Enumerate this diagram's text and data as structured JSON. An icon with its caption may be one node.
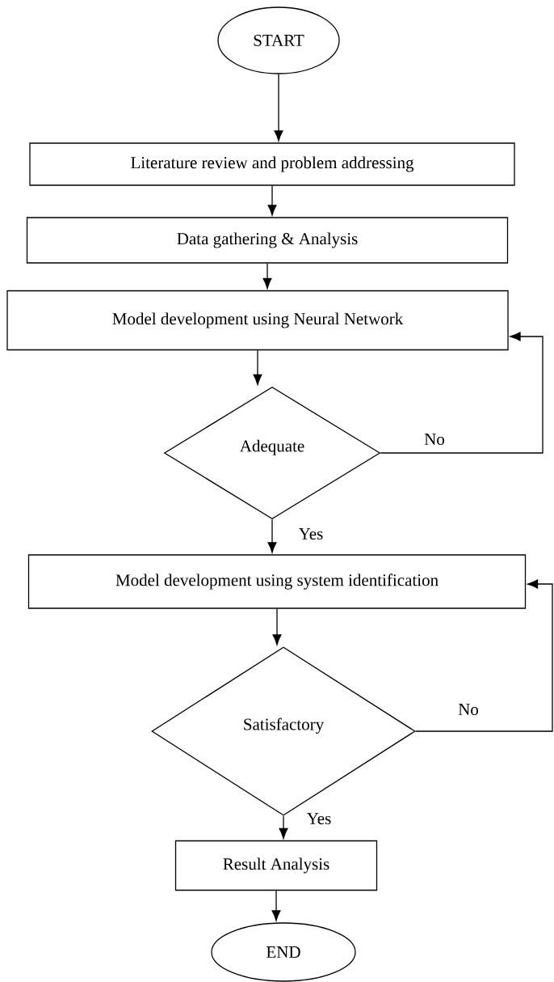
{
  "diagram": {
    "nodes": [
      {
        "text": [
          "START"
        ]
      },
      {
        "text": [
          "Literature review and problem addressing"
        ]
      },
      {
        "text": [
          "Data gathering & Analysis"
        ]
      },
      {
        "text": [
          "Model development using Neural Network"
        ]
      },
      {
        "text": [
          "Adequate"
        ]
      },
      {
        "text": [
          "Model development using system  identification"
        ]
      },
      {
        "text": [
          "Satisfactory"
        ]
      },
      {
        "text": [
          "Result Analysis"
        ]
      },
      {
        "text": [
          "END"
        ]
      }
    ],
    "edges": [
      {
        "from": 0,
        "to": 1,
        "arrow": "to"
      },
      {
        "from": 1,
        "to": 2,
        "arrow": "to"
      },
      {
        "from": 2,
        "to": 3,
        "arrow": "to"
      },
      {
        "from": 3,
        "to": 4,
        "arrow": "to"
      },
      {
        "from": 4,
        "to": 5,
        "arrow": "to",
        "label": "Yes"
      },
      {
        "from": 4,
        "to": 3,
        "arrow": "to",
        "label": "No"
      },
      {
        "from": 5,
        "to": 6,
        "arrow": "to"
      },
      {
        "from": 6,
        "to": 7,
        "arrow": "to",
        "label": "Yes"
      },
      {
        "from": 6,
        "to": 5,
        "arrow": "to",
        "label": "No"
      },
      {
        "from": 7,
        "to": 8,
        "arrow": "to"
      }
    ]
  }
}
